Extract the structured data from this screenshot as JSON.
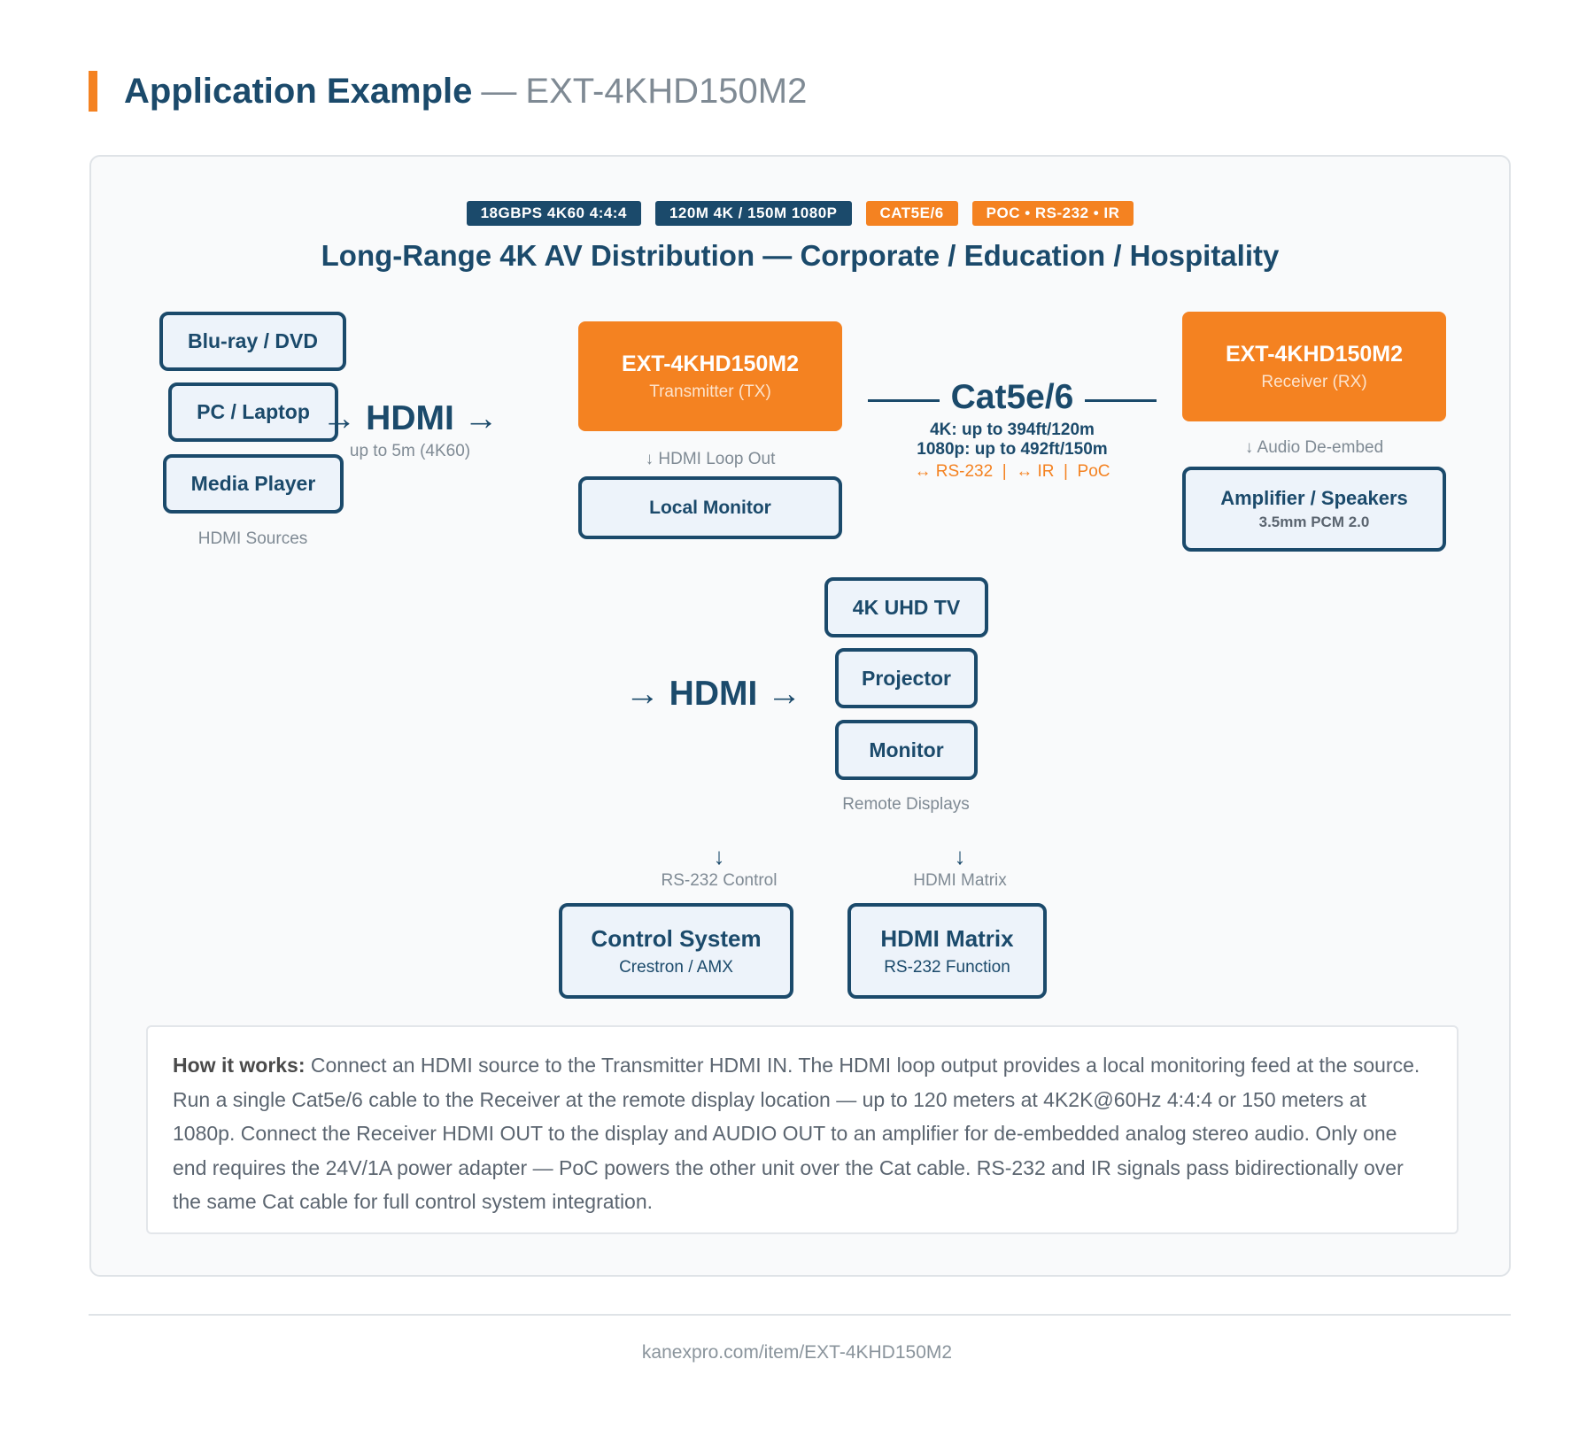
{
  "header": {
    "title": "Application Example",
    "separator": "—",
    "model": "EXT-4KHD150M2"
  },
  "badges": [
    {
      "label": "18GBPS 4K60 4:4:4",
      "color": "#1b4a6b"
    },
    {
      "label": "120M 4K / 150M 1080P",
      "color": "#1b4a6b"
    },
    {
      "label": "CAT5E/6",
      "color": "#f48221"
    },
    {
      "label": "POC • RS-232 • IR",
      "color": "#f48221"
    }
  ],
  "diagram_title": "Long-Range 4K AV Distribution — Corporate / Education / Hospitality",
  "sources": {
    "items": [
      "Blu-ray / DVD",
      "PC / Laptop",
      "Media Player"
    ],
    "caption": "HDMI Sources"
  },
  "source_link": {
    "label": "→ HDMI →",
    "note": "up to 5m (4K60)"
  },
  "transmitter": {
    "model": "EXT-4KHD150M2",
    "role": "Transmitter (TX)",
    "loop_label": "↓ HDMI Loop Out",
    "local_monitor": "Local Monitor"
  },
  "cable": {
    "label": "Cat5e/6",
    "spec_4k": "4K: up to 394ft/120m",
    "spec_1080p": "1080p: up to 492ft/150m",
    "signals": "↔ RS-232  |  ↔ IR  |  PoC"
  },
  "receiver": {
    "model": "EXT-4KHD150M2",
    "role": "Receiver (RX)",
    "audio_label": "↓ Audio De-embed",
    "amp_title": "Amplifier / Speakers",
    "amp_sub": "3.5mm PCM 2.0"
  },
  "display_link": {
    "label": "→ HDMI →"
  },
  "displays": {
    "items": [
      "4K UHD TV",
      "Projector",
      "Monitor"
    ],
    "caption": "Remote Displays"
  },
  "control": {
    "arrow": "↓",
    "label": "RS-232 Control",
    "title": "Control System",
    "sub": "Crestron / AMX"
  },
  "matrix": {
    "arrow": "↓",
    "label": "HDMI Matrix",
    "title": "HDMI Matrix",
    "sub": "RS-232 Function"
  },
  "how_it_works": {
    "lead": "How it works:",
    "text": " Connect an HDMI source to the Transmitter HDMI IN. The HDMI loop output provides a local monitoring feed at the source. Run a single Cat5e/6 cable to the Receiver at the remote display location — up to 120 meters at 4K2K@60Hz 4:4:4 or 150 meters at 1080p. Connect the Receiver HDMI OUT to the display and AUDIO OUT to an amplifier for de-embedded analog stereo audio. Only one end requires the 24V/1A power adapter — PoC powers the other unit over the Cat cable. RS-232 and IR signals pass bidirectionally over the same Cat cable for full control system integration."
  },
  "footer": {
    "url": "kanexpro.com/item/EXT-4KHD150M2"
  },
  "colors": {
    "navy": "#1b4a6b",
    "orange": "#f48221",
    "muted": "#7f8a94"
  }
}
